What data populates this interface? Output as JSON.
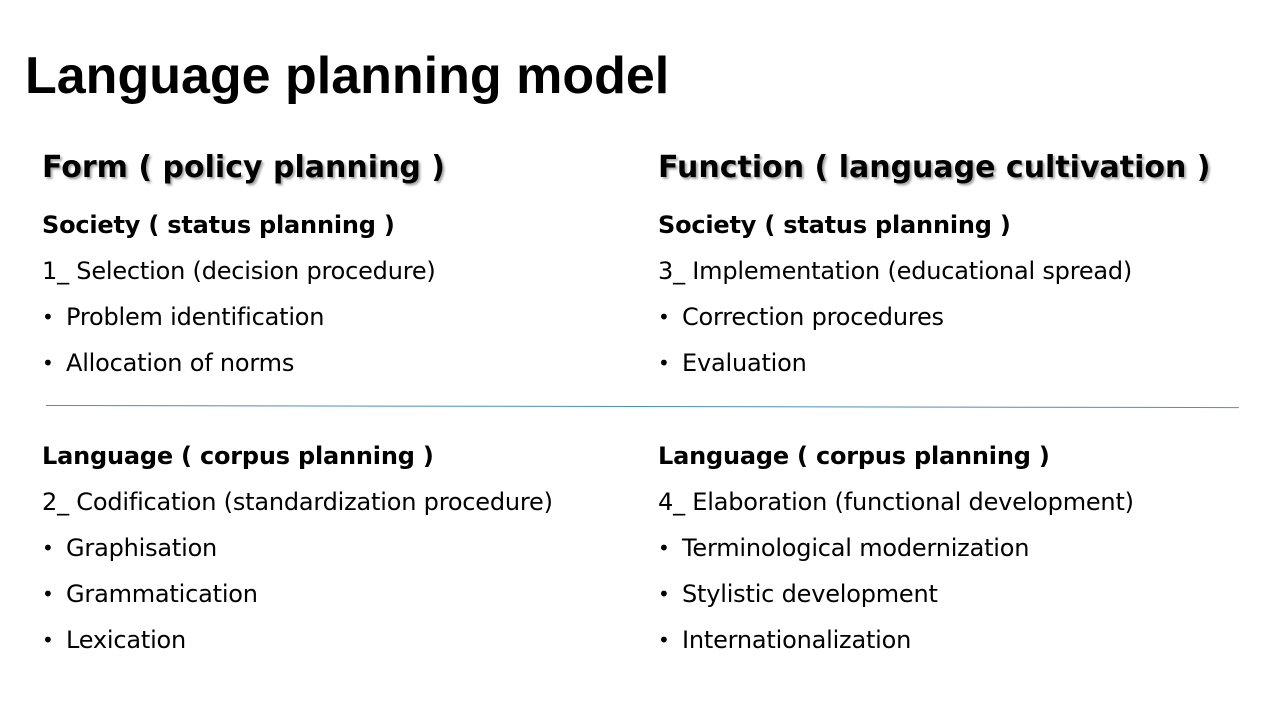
{
  "title": "Language planning model",
  "left": {
    "heading": "Form ( policy planning )",
    "top": {
      "label": "Society ( status planning )",
      "step": "1_ Selection (decision procedure)",
      "bullets": [
        "Problem identification",
        "Allocation of norms"
      ]
    },
    "bottom": {
      "label": "Language ( corpus planning )",
      "step": "2_ Codification (standardization procedure)",
      "bullets": [
        "Graphisation",
        "Grammatication",
        "Lexication"
      ]
    }
  },
  "right": {
    "heading": "Function ( language cultivation )",
    "top": {
      "label": "Society ( status planning )",
      "step": "3_ Implementation (educational spread)",
      "bullets": [
        "Correction procedures",
        "Evaluation"
      ]
    },
    "bottom": {
      "label": "Language ( corpus planning )",
      "step": "4_ Elaboration (functional development)",
      "bullets": [
        "Terminological modernization",
        "Stylistic development",
        "Internationalization"
      ]
    }
  },
  "bullet_symbol": "•",
  "colors": {
    "divider": "#4e8fb9",
    "text": "#000000"
  }
}
